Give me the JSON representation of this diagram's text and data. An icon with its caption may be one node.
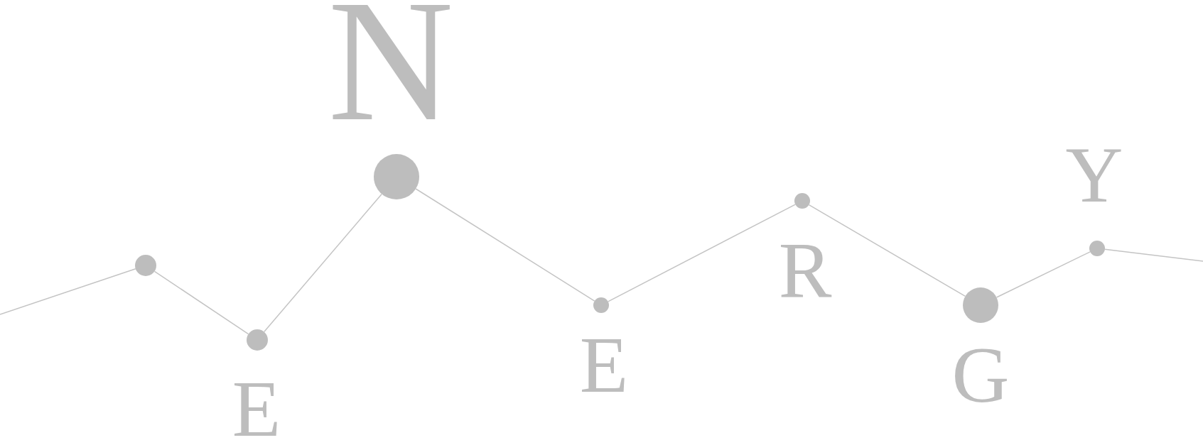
{
  "diagram": {
    "nodes": [
      {
        "text": [],
        "shape": "circle"
      },
      {
        "text": [],
        "shape": "circle",
        "beside": [
          "E"
        ]
      },
      {
        "text": [],
        "shape": "circle",
        "beside": [
          "N"
        ]
      },
      {
        "text": [],
        "shape": "circle",
        "beside": [
          "E"
        ]
      },
      {
        "text": [],
        "shape": "circle",
        "beside": [
          "R"
        ]
      },
      {
        "text": [],
        "shape": "circle",
        "beside": [
          "G"
        ]
      },
      {
        "text": [],
        "shape": "circle",
        "beside": [
          "Y"
        ]
      }
    ],
    "edges": [
      {
        "from": null,
        "to": 0,
        "arrow": "none"
      },
      {
        "from": 0,
        "to": 1,
        "arrow": "none"
      },
      {
        "from": 1,
        "to": 2,
        "arrow": "none"
      },
      {
        "from": 2,
        "to": 3,
        "arrow": "none"
      },
      {
        "from": 3,
        "to": 4,
        "arrow": "none"
      },
      {
        "from": 4,
        "to": 5,
        "arrow": "none"
      },
      {
        "from": 5,
        "to": 6,
        "arrow": "none"
      },
      {
        "from": 6,
        "to": null,
        "arrow": "none"
      }
    ]
  }
}
